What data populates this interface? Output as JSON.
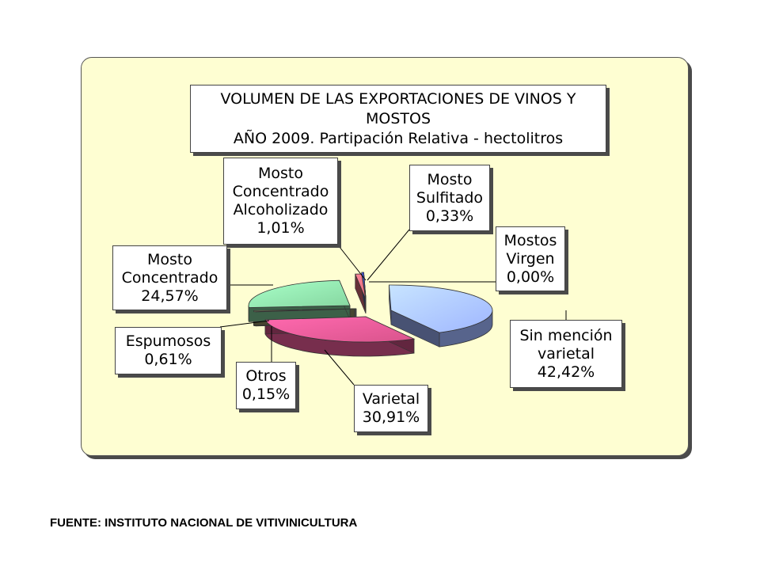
{
  "chart_data": {
    "type": "pie",
    "title_lines": [
      "VOLUMEN DE LAS EXPORTACIONES DE VINOS Y",
      "MOSTOS",
      "AÑO 2009. Partipación Relativa - hectolitros"
    ],
    "slices": [
      {
        "name": "Sin mención varietal",
        "value": 42.42,
        "label_lines": [
          "Sin mención",
          "varietal",
          "42,42%"
        ],
        "color": "#9fb6ff"
      },
      {
        "name": "Varietal",
        "value": 30.91,
        "label_lines": [
          "Varietal",
          "30,91%"
        ],
        "color": "#d9548c"
      },
      {
        "name": "Otros",
        "value": 0.15,
        "label_lines": [
          "Otros",
          "0,15%"
        ],
        "color": "#a0a0a0"
      },
      {
        "name": "Espumosos",
        "value": 0.61,
        "label_lines": [
          "Espumosos",
          "0,61%"
        ],
        "color": "#9e9a6a"
      },
      {
        "name": "Mosto Concentrado",
        "value": 24.57,
        "label_lines": [
          "Mosto",
          "Concentrado",
          "24,57%"
        ],
        "color": "#86d6a0"
      },
      {
        "name": "Mosto Concentrado Alcoholizado",
        "value": 1.01,
        "label_lines": [
          "Mosto",
          "Concentrado",
          "Alcoholizado",
          "1,01%"
        ],
        "color": "#e06a7a"
      },
      {
        "name": "Mosto Sulfitado",
        "value": 0.33,
        "label_lines": [
          "Mosto",
          "Sulfitado",
          "0,33%"
        ],
        "color": "#3a4fcf"
      },
      {
        "name": "Mostos Virgen",
        "value": 0.0,
        "label_lines": [
          "Mostos",
          "Virgen",
          "0,00%"
        ],
        "color": "#7f7fd0"
      }
    ]
  },
  "source": "FUENTE: INSTITUTO NACIONAL DE VITIVINICULTURA"
}
